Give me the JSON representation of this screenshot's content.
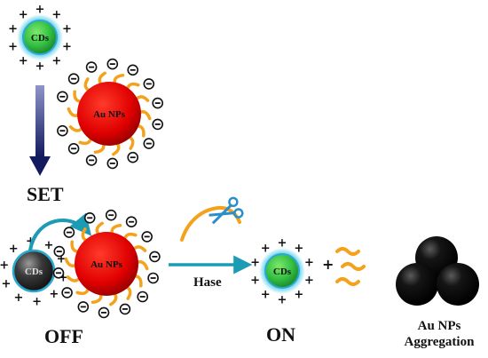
{
  "labels": {
    "cd_top": "CDs",
    "aunp_top": "Au NPs",
    "set": "SET",
    "cd_off": "CDs",
    "aunp_off": "Au NPs",
    "off": "OFF",
    "hase": "Hase",
    "cd_on": "CDs",
    "on": "ON",
    "plus": "+",
    "agg_line1": "Au NPs",
    "agg_line2": "Aggregation"
  },
  "colors": {
    "cd_green": "#35c144",
    "cd_glow": "#39c6e8",
    "cd_dark": "#3a3a3a",
    "aunp_red": "#e00000",
    "ligand_orange": "#f4a21c",
    "arrow_navy": "#1b1f6b",
    "arrow_teal": "#1c9bb5",
    "sphere_black": "#0a0a0a"
  },
  "icons": {
    "charge_positive": "plus-sign",
    "charge_negative": "minus-circle",
    "enzyme": "scissors-icon"
  }
}
